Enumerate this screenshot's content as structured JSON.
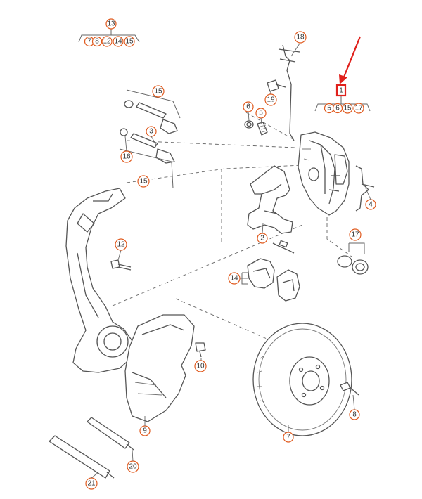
{
  "diagram": {
    "callouts": {
      "c1": "1",
      "c2": "2",
      "c3": "3",
      "c4": "4",
      "c5": "5",
      "c6": "6",
      "c7": "7",
      "c8": "8",
      "c9": "9",
      "c10": "10",
      "c12": "12",
      "c13": "13",
      "c14": "14",
      "c15a": "15",
      "c15b": "15",
      "c16": "16",
      "c17": "17",
      "c18": "18",
      "c19": "19",
      "c20": "20",
      "c21": "21"
    },
    "group13": [
      "7",
      "8",
      "12",
      "14",
      "15"
    ],
    "group1": [
      "5",
      "6",
      "15",
      "17"
    ],
    "colors": {
      "callout": "#e05a1e",
      "highlight": "#e0201b",
      "line": "#555555"
    }
  }
}
